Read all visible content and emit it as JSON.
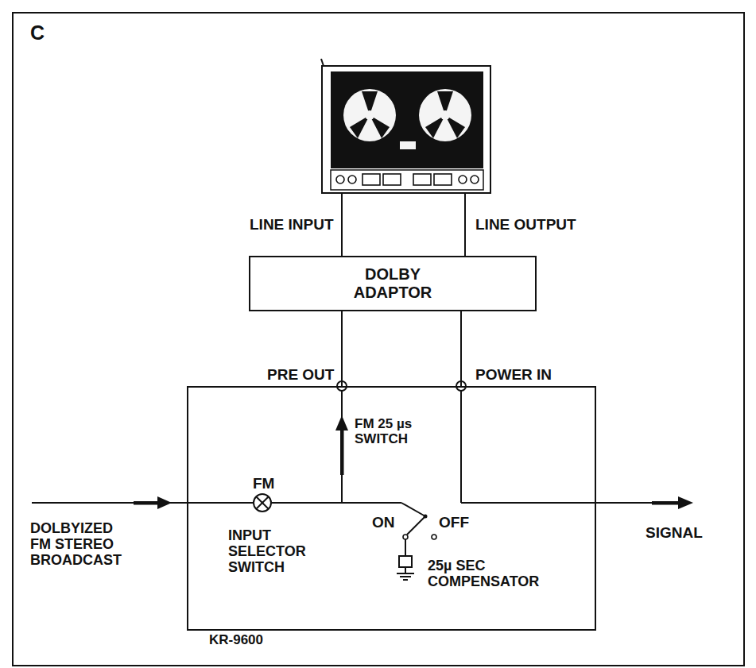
{
  "diagram": {
    "nodes": [
      {
        "text": [
          "DOLBY ADAPTOR"
        ]
      },
      {
        "text": [
          "KR-9600"
        ]
      }
    ],
    "edges": [
      {
        "from": 1,
        "to": 0,
        "arrow": "none"
      },
      {
        "from": 0,
        "to": 1,
        "arrow": "none"
      }
    ],
    "labels": [
      "C",
      "LINE INPUT",
      "LINE OUTPUT",
      "PRE OUT",
      "POWER IN",
      "FM 25 µs SWITCH",
      "FM",
      "DOLBYIZED FM STEREO BROADCAST",
      "ON",
      "OFF",
      "INPUT SELECTOR SWITCH",
      "25µ SEC COMPENSATOR",
      "SIGNAL"
    ]
  }
}
